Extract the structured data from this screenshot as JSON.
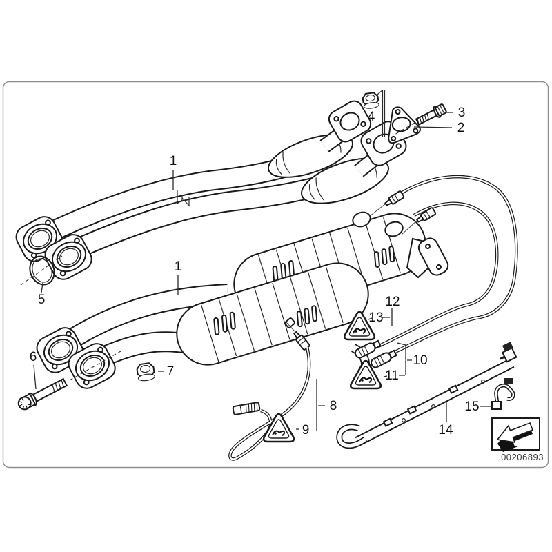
{
  "figure": {
    "type": "exploded-parts-diagram",
    "image_number": "00206893",
    "callouts": {
      "c1a": "1",
      "c1b": "1",
      "c2": "2",
      "c3": "3",
      "c4": "4",
      "c5": "5",
      "c6": "6",
      "c7": "7",
      "c8": "8",
      "c9": "9",
      "c10": "10",
      "c11": "11",
      "c12": "12",
      "c13": "13",
      "c14": "14",
      "c15": "15"
    },
    "colors": {
      "background": "#ffffff",
      "line_art": "#1a1a1a",
      "frame_border": "#8f8f8f",
      "label_text": "#111111",
      "image_number_text": "#3a3a3a"
    },
    "icons": {
      "warning_triangles": 3,
      "warning_triangle_name": "torque-warning-triangle-icon",
      "direction_arrow_name": "view-direction-arrow-icon"
    }
  }
}
